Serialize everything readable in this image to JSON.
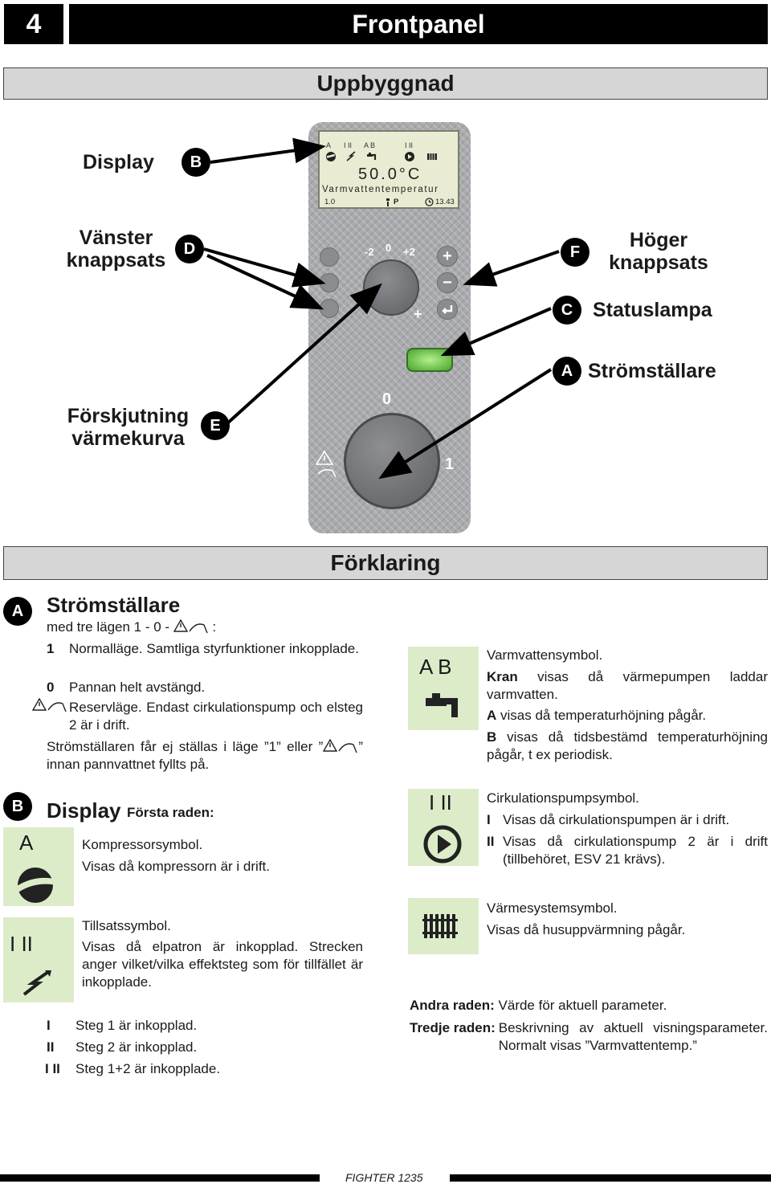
{
  "header": {
    "chapter_number": "4",
    "chapter_title": "Frontpanel"
  },
  "section_build": {
    "title": "Uppbyggnad"
  },
  "callouts": {
    "display": {
      "letter": "B",
      "label": "Display"
    },
    "left_keypad": {
      "letter": "D",
      "label_line1": "Vänster",
      "label_line2": "knappsats"
    },
    "right_keypad": {
      "letter": "F",
      "label_line1": "Höger",
      "label_line2": "knappsats"
    },
    "status_lamp": {
      "letter": "C",
      "label": "Statuslampa"
    },
    "switch": {
      "letter": "A",
      "label": "Strömställare"
    },
    "curve_offset": {
      "letter": "E",
      "label_line1": "Förskjutning",
      "label_line2": "värmekurva"
    }
  },
  "lcd": {
    "row1_labels": {
      "a": "A",
      "i_ii": "I II",
      "ab": "A B",
      "i_ii_2": "I II"
    },
    "temperature": "50.0°C",
    "description": "Varmvattentemperatur",
    "param_number": "1.0",
    "time": "13.43",
    "p_symbol": "P"
  },
  "panel": {
    "small_knob_minus": "-2",
    "small_knob_zero": "0",
    "small_knob_plus": "+2",
    "small_knob_bottom_plus": "+",
    "big_knob_zero": "0",
    "big_knob_one": "1",
    "plus_key": "+",
    "minus_key": "−"
  },
  "section_explain": {
    "title": "Förklaring"
  },
  "switch_section": {
    "letter": "A",
    "title": "Strömställare",
    "subtitle_pre": "med tre lägen 1 - 0 -",
    "subtitle_post": ":",
    "items": [
      {
        "key": "1",
        "text": "Normalläge. Samtliga styrfunktioner inkopplade."
      },
      {
        "key": "0",
        "text": "Pannan helt avstängd."
      },
      {
        "text": "Reservläge. Endast cirkulationspump och elsteg 2 är i drift."
      }
    ],
    "note_pre": "Strömställaren får ej ställas i läge ”1” eller ”",
    "note_post": "” innan pannvattnet fyllts på."
  },
  "display_section": {
    "letter": "B",
    "title": "Display",
    "subtitle": "Första raden:",
    "compressor": {
      "symbol_label": "A",
      "line1": "Kompressorsymbol.",
      "line2": "Visas då kompressorn är i drift."
    },
    "addition": {
      "symbol_label": "I II",
      "line1": "Tillsatssymbol.",
      "line2": "Visas då elpatron är inkopplad. Strecken anger vilket/vilka effektsteg som för tillfället är inkopplade."
    },
    "steps": [
      {
        "key": "I",
        "text": "Steg 1 är inkopplad."
      },
      {
        "key": "II",
        "text": "Steg 2 är inkopplad."
      },
      {
        "key": "I II",
        "text": "Steg 1+2 är inkopplade."
      }
    ]
  },
  "hot_water": {
    "symbol_label": "A B",
    "line1": "Varmvattensymbol.",
    "kran_bold": "Kran",
    "kran_text": " visas då värmepumpen laddar varmvatten.",
    "a_bold": "A",
    "a_text": " visas då temperaturhöjning pågår.",
    "b_bold": "B",
    "b_text": " visas då tidsbestämd temperaturhöjning pågår, t ex periodisk."
  },
  "circulation": {
    "symbol_label": "I II",
    "line1": "Cirkulationspumpsymbol.",
    "i_key": "I",
    "i_text": "Visas då cirkulationspumpen är i drift.",
    "ii_key": "II",
    "ii_text": "Visas då cirkulationspump 2 är i drift (tillbehöret, ESV 21 krävs)."
  },
  "heating": {
    "line1": "Värmesystemsymbol.",
    "line2": "Visas då husuppvärmning pågår."
  },
  "rows": {
    "second_bold": "Andra raden:",
    "second_text": " Värde för aktuell parameter.",
    "third_bold": "Tredje raden:",
    "third_text": " Beskrivning av aktuell visningsparameter. Normalt visas ”Varmvattentemp.”"
  },
  "footer": {
    "model": "FIGHTER 1235"
  }
}
